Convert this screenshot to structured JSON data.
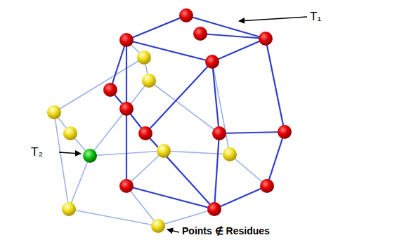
{
  "diagram": {
    "labels": [
      "T₁",
      "T₂",
      "Points ∉ Residues"
    ]
  }
}
